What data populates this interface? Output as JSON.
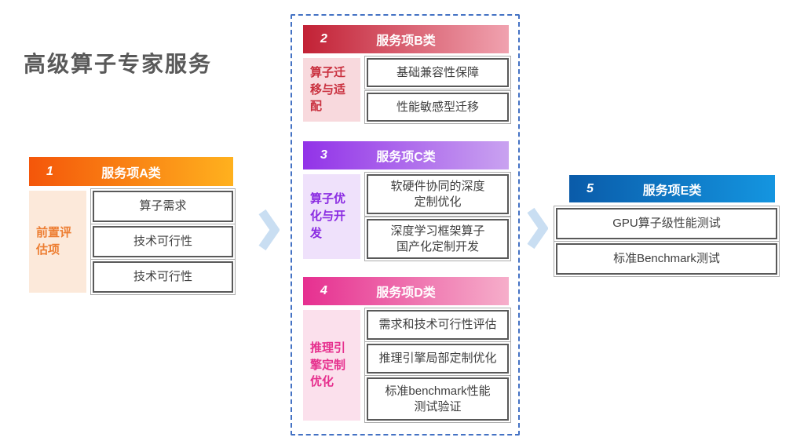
{
  "page_title": "高级算子专家服务",
  "colors": {
    "title_text": "#595959",
    "dashed_border": "#4472C4",
    "arrow": "#C9DEF2",
    "item_border": "#595959",
    "item_text": "#3F3F3F",
    "block_a_gradient": [
      "#F4560A",
      "#FFB11E"
    ],
    "block_b_gradient": [
      "#C22135",
      "#F0A2AF"
    ],
    "block_c_gradient": [
      "#9233E8",
      "#C9A2F0"
    ],
    "block_d_gradient": [
      "#E62F90",
      "#F6AECA"
    ],
    "block_e_gradient": [
      "#0A5BA9",
      "#1495E0"
    ],
    "sidebar_a": {
      "bg": "#FCE9DA",
      "text": "#ED7D31"
    },
    "sidebar_b": {
      "bg": "#F8D9DD",
      "text": "#C9303E"
    },
    "sidebar_c": {
      "bg": "#EFE1FB",
      "text": "#8A2BE2"
    },
    "sidebar_d": {
      "bg": "#FBE0EC",
      "text": "#E6308E"
    }
  },
  "blocks": {
    "a": {
      "number": "1",
      "label": "服务项A类",
      "sidebar": "前置评\n估项",
      "items": [
        "算子需求",
        "技术可行性",
        "技术可行性"
      ]
    },
    "b": {
      "number": "2",
      "label": "服务项B类",
      "sidebar": "算子迁\n移与适\n配",
      "items": [
        "基础兼容性保障",
        "性能敏感型迁移"
      ]
    },
    "c": {
      "number": "3",
      "label": "服务项C类",
      "sidebar": "算子优\n化与开\n发",
      "items": [
        "软硬件协同的深度\n定制优化",
        "深度学习框架算子\n国产化定制开发"
      ]
    },
    "d": {
      "number": "4",
      "label": "服务项D类",
      "sidebar": "推理引\n擎定制\n优化",
      "items": [
        "需求和技术可行性评估",
        "推理引擎局部定制优化",
        "标准benchmark性能\n测试验证"
      ]
    },
    "e": {
      "number": "5",
      "label": "服务项E类",
      "items": [
        "GPU算子级性能测试",
        "标准Benchmark测试"
      ]
    }
  }
}
